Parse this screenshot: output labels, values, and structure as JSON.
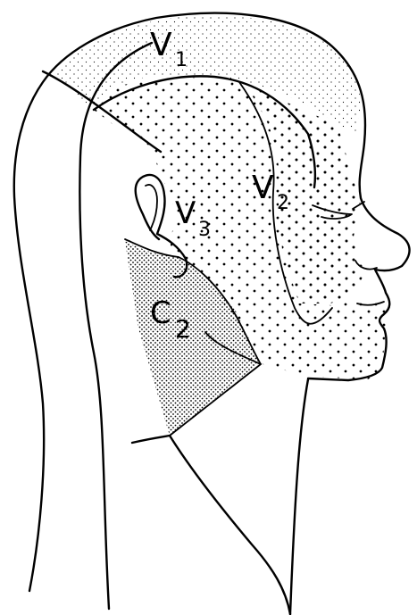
{
  "regions": [
    {
      "id": "v1",
      "label": "V",
      "sub": "1"
    },
    {
      "id": "v2",
      "label": "V",
      "sub": "2"
    },
    {
      "id": "v3",
      "label": "V",
      "sub": "3"
    },
    {
      "id": "c2",
      "label": "C",
      "sub": "2"
    }
  ],
  "colors": {
    "ink": "#000000",
    "background": "#ffffff"
  }
}
